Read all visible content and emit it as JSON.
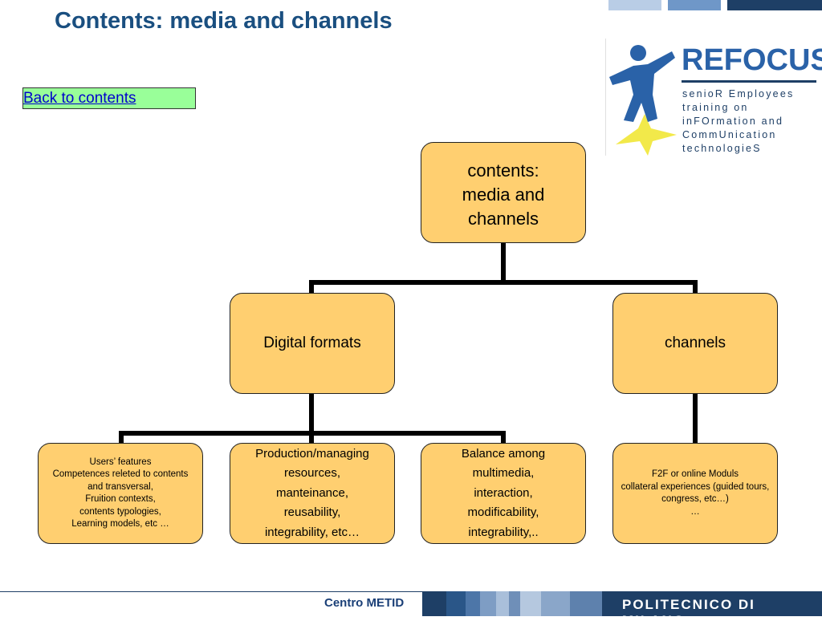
{
  "slide": {
    "title": "Contents: media and channels",
    "back_link": "Back to contents"
  },
  "logo": {
    "name": "REFOCUS",
    "lines": [
      "senioR Employees",
      "training on",
      "inFOrmation and",
      "CommUnication",
      "technologieS"
    ]
  },
  "diagram": {
    "root": "contents:\nmedia and\nchannels",
    "digital_formats": "Digital formats",
    "channels": "channels",
    "users_features": "Users’ features\nCompetences releted to contents\nand transversal,\nFruition contexts,\ncontents typologies,\nLearning models, etc …",
    "production": "Production/managing\nresources,\nmanteinance,\nreusability,\nintegrability, etc…",
    "balance": "Balance among\nmultimedia,\ninteraction,\nmodificability,\nintegrability,..",
    "f2f": "F2F or online Moduls\ncollateral experiences (guided tours,\ncongress, etc…)\n…"
  },
  "footer": {
    "center": "Centro METID",
    "brand": "POLITECNICO DI MILANO"
  },
  "colors": {
    "title": "#1a4f80",
    "node_fill": "#ffcf70",
    "back_link_bg": "#99ff99",
    "footer_navy": "#1e3f66"
  }
}
